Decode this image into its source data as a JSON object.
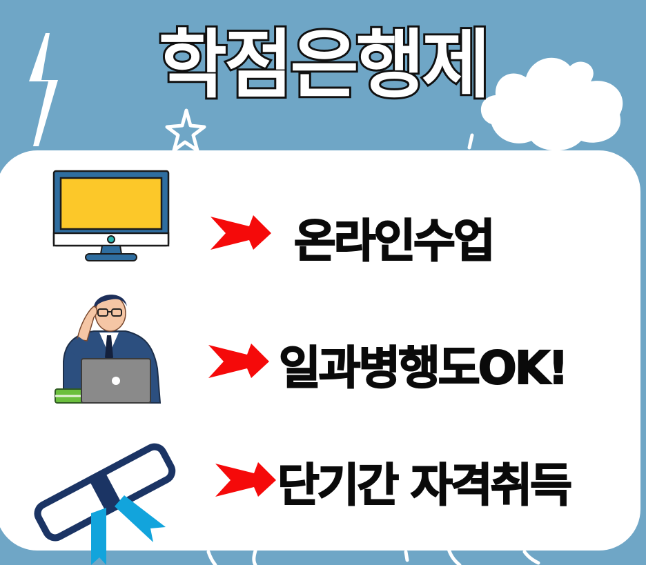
{
  "title": "학점은행제",
  "background_color": "#6fa6c6",
  "card_color": "#ffffff",
  "arrow_color": "#f50a0a",
  "items": [
    {
      "icon": "monitor-icon",
      "label": "온라인수업"
    },
    {
      "icon": "working-man-laptop-icon",
      "label": "일과병행도OK!"
    },
    {
      "icon": "diploma-scroll-icon",
      "label": "단기간 자격취득"
    }
  ]
}
